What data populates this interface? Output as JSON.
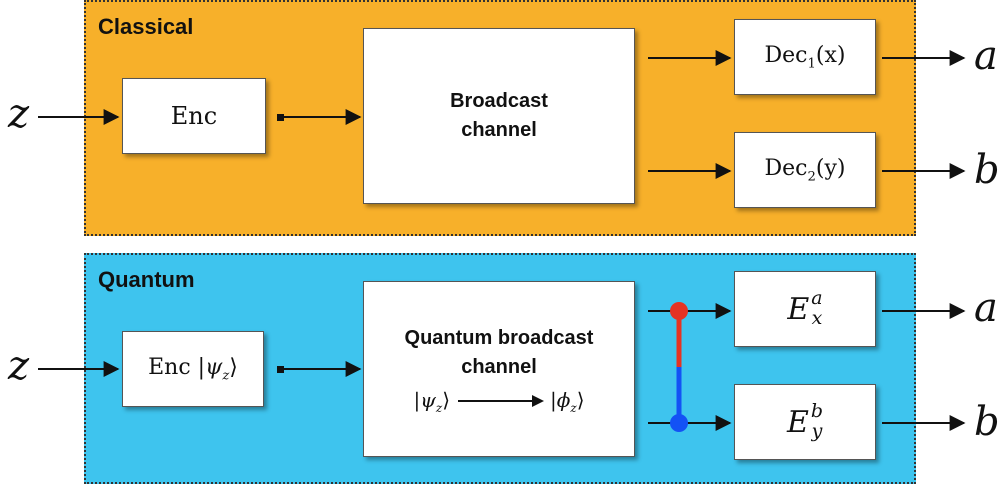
{
  "classical": {
    "title": "Classical",
    "input": "z",
    "enc_label": "Enc",
    "channel_label": "Broadcast channel",
    "dec1": {
      "base": "Dec",
      "sub": "1",
      "arg": "(x)"
    },
    "dec2": {
      "base": "Dec",
      "sub": "2",
      "arg": "(y)"
    },
    "output_a": "a",
    "output_b": "b",
    "color": "#F7B02A"
  },
  "quantum": {
    "title": "Quantum",
    "input": "z",
    "enc_label": "Enc",
    "enc_state": "|ψ",
    "enc_state_sub": "z",
    "enc_state_close": "⟩",
    "channel_line1": "Quantum broadcast",
    "channel_line2": "channel",
    "state_in": "|ψ",
    "state_in_sub": "z",
    "state_in_close": "⟩",
    "state_out": "|ϕ",
    "state_out_sub": "z",
    "state_out_close": "⟩",
    "meas_a": {
      "base": "E",
      "sup": "a",
      "sub": "x"
    },
    "meas_b": {
      "base": "E",
      "sup": "b",
      "sub": "y"
    },
    "output_a": "a",
    "output_b": "b",
    "color": "#3EC4EE",
    "entangle_top_color": "#E53323",
    "entangle_bottom_color": "#1352F5"
  }
}
